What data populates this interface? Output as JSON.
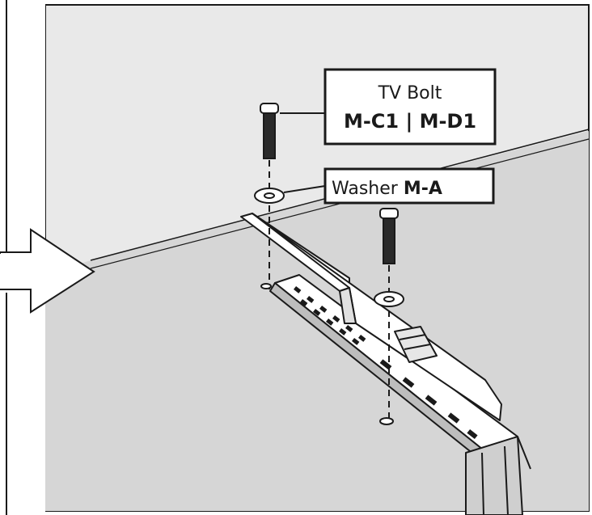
{
  "labels": {
    "tv_bolt": {
      "name": "TV Bolt",
      "codes": "M-C1 | M-D1"
    },
    "washer": {
      "name": "Washer ",
      "code": "M-A"
    }
  },
  "colors": {
    "wall_fill": "#e9e9e9",
    "tv_back_fill": "#d6d6d6",
    "line": "#1a1a1a",
    "background": "#ffffff"
  }
}
